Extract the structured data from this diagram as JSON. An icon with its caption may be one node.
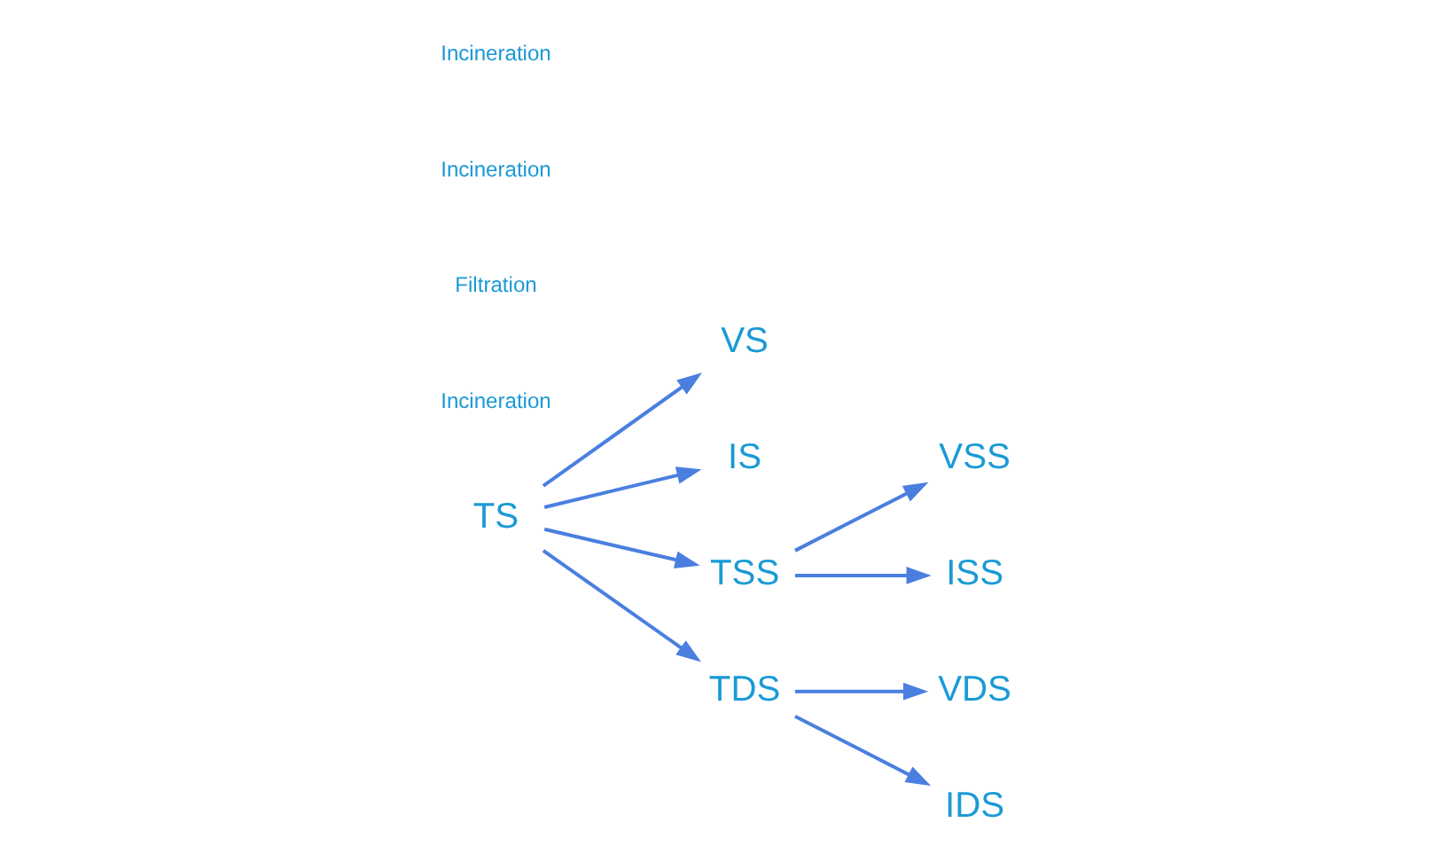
{
  "diagram": {
    "nodes": [
      {
        "text": [
          "VS"
        ]
      },
      {
        "text": [
          "IS"
        ]
      },
      {
        "text": [
          "TS"
        ]
      },
      {
        "text": [
          "TSS"
        ]
      },
      {
        "text": [
          "TDS"
        ]
      },
      {
        "text": [
          "VSS"
        ]
      },
      {
        "text": [
          "ISS"
        ]
      },
      {
        "text": [
          "VDS"
        ]
      },
      {
        "text": [
          "IDS"
        ]
      }
    ],
    "edges": [
      {
        "from": 2,
        "to": 0,
        "arrow": "to"
      },
      {
        "from": 2,
        "to": 1,
        "arrow": "to"
      },
      {
        "from": 2,
        "to": 3,
        "arrow": "to"
      },
      {
        "from": 2,
        "to": 4,
        "arrow": "to"
      },
      {
        "from": 3,
        "to": 5,
        "arrow": "to"
      },
      {
        "from": 3,
        "to": 6,
        "arrow": "to"
      },
      {
        "from": 4,
        "to": 7,
        "arrow": "to"
      },
      {
        "from": 4,
        "to": 8,
        "arrow": "to"
      }
    ],
    "labels": [
      "Incineration",
      "Filtration",
      "Incineration",
      "Incineration"
    ]
  }
}
